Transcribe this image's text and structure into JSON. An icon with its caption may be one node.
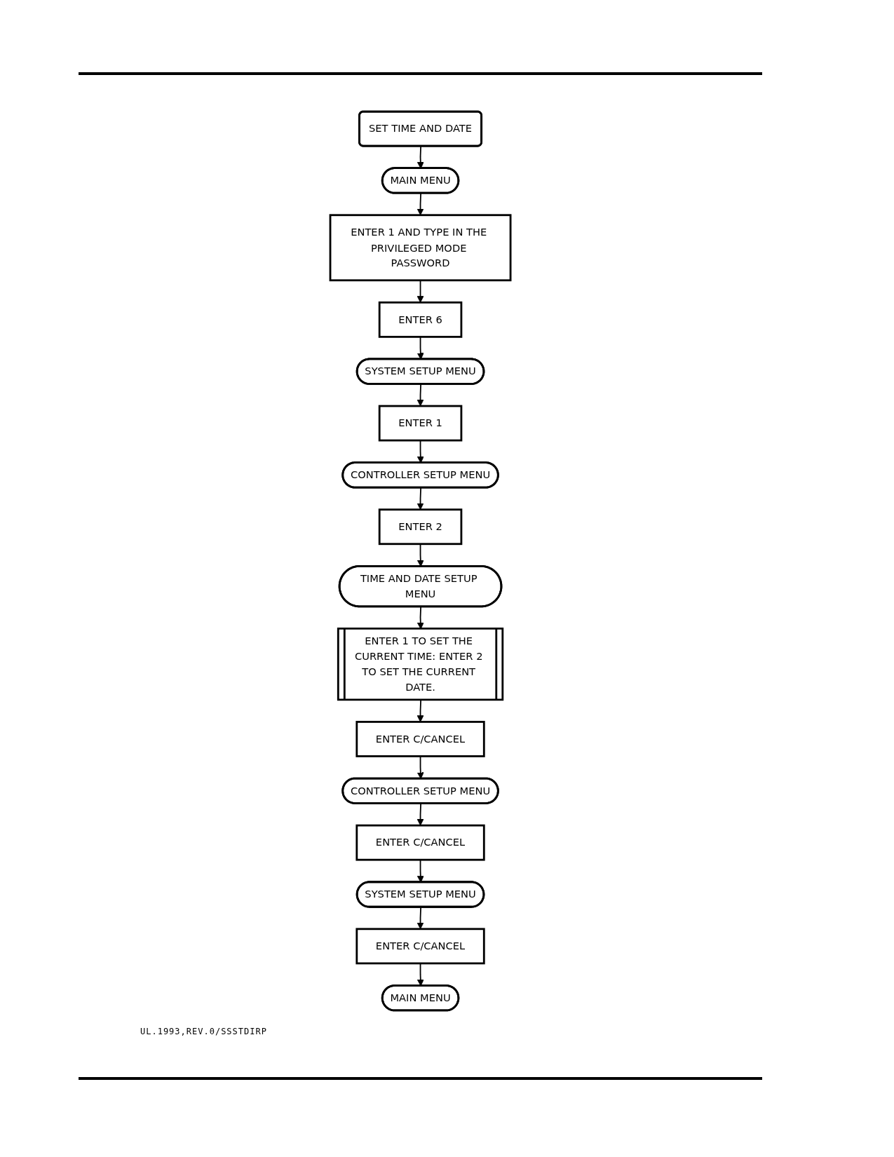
{
  "diagram": {
    "nodes": [
      {
        "text": [
          "SET TIME AND DATE"
        ]
      },
      {
        "text": [
          "MAIN MENU"
        ]
      },
      {
        "text": [
          "ENTER 1 AND TYPE IN THE PRIVILEGED MODE PASSWORD"
        ]
      },
      {
        "text": [
          "ENTER 6"
        ]
      },
      {
        "text": [
          "SYSTEM SETUP MENU"
        ]
      },
      {
        "text": [
          "ENTER 1"
        ]
      },
      {
        "text": [
          "CONTROLLER SETUP MENU"
        ]
      },
      {
        "text": [
          "ENTER 2"
        ]
      },
      {
        "text": [
          "TIME AND DATE SETUP MENU"
        ]
      },
      {
        "text": [
          "ENTER 1 TO SET THE CURRENT TIME: ENTER 2 TO SET THE CURRENT DATE."
        ]
      },
      {
        "text": [
          "ENTER C/CANCEL"
        ]
      },
      {
        "text": [
          "CONTROLLER SETUP MENU"
        ]
      },
      {
        "text": [
          "ENTER C/CANCEL"
        ]
      },
      {
        "text": [
          "SYSTEM SETUP MENU"
        ]
      },
      {
        "text": [
          "ENTER C/CANCEL"
        ]
      },
      {
        "text": [
          "MAIN MENU"
        ]
      }
    ],
    "edges": [
      {
        "from": 0,
        "to": 1,
        "arrow": "to"
      },
      {
        "from": 1,
        "to": 2,
        "arrow": "to"
      },
      {
        "from": 2,
        "to": 3,
        "arrow": "to"
      },
      {
        "from": 3,
        "to": 4,
        "arrow": "to"
      },
      {
        "from": 4,
        "to": 5,
        "arrow": "to"
      },
      {
        "from": 5,
        "to": 6,
        "arrow": "to"
      },
      {
        "from": 6,
        "to": 7,
        "arrow": "to"
      },
      {
        "from": 7,
        "to": 8,
        "arrow": "to"
      },
      {
        "from": 8,
        "to": 9,
        "arrow": "to"
      },
      {
        "from": 9,
        "to": 10,
        "arrow": "to"
      },
      {
        "from": 10,
        "to": 11,
        "arrow": "to"
      },
      {
        "from": 11,
        "to": 12,
        "arrow": "to"
      },
      {
        "from": 12,
        "to": 13,
        "arrow": "to"
      },
      {
        "from": 13,
        "to": 14,
        "arrow": "to"
      },
      {
        "from": 14,
        "to": 15,
        "arrow": "to"
      }
    ],
    "labels": [
      "UL.1993,REV.0/SSSTDIRP"
    ]
  }
}
